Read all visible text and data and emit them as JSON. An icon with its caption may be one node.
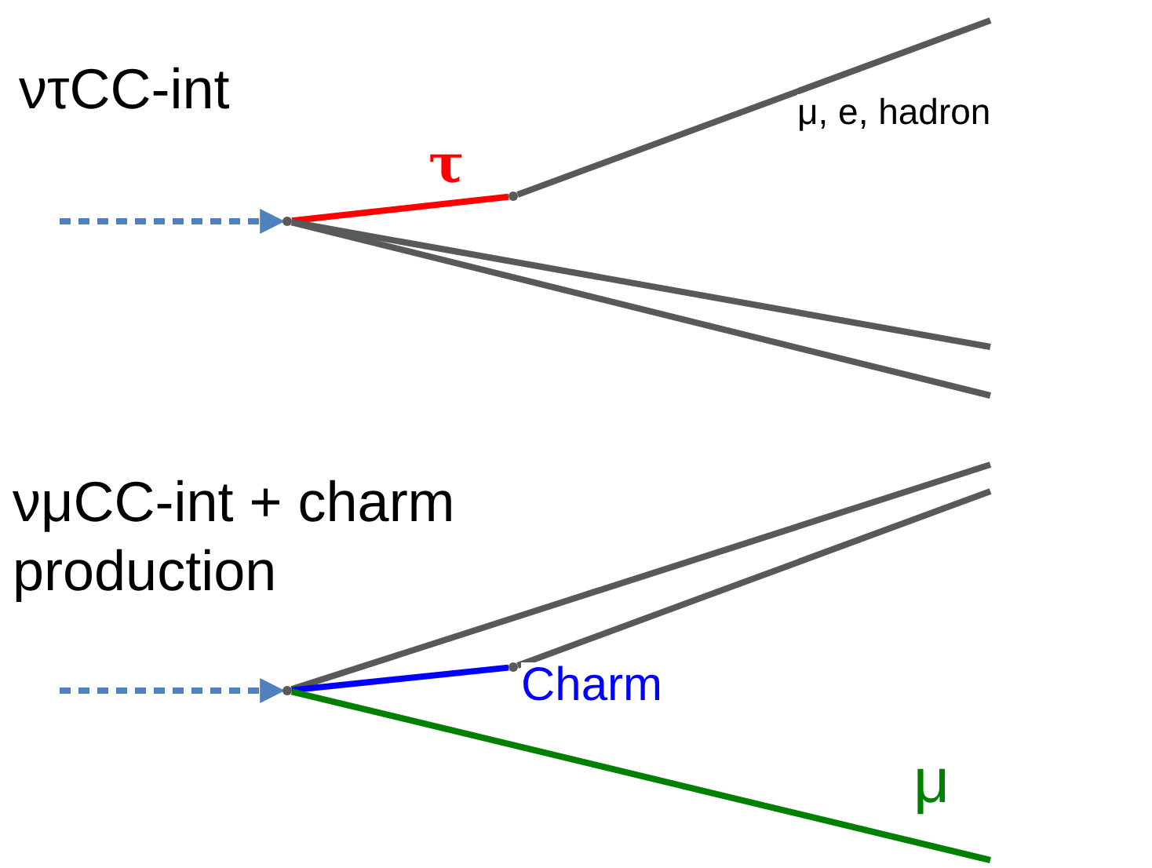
{
  "diagram": {
    "nodes": [
      {
        "text": [],
        "shape": "point"
      },
      {
        "text": [],
        "shape": "point"
      },
      {
        "text": [],
        "shape": "point"
      },
      {
        "text": [],
        "shape": "point"
      }
    ],
    "edges": [
      {
        "from": null,
        "to": 0,
        "arrow": "to",
        "style": "dashed",
        "color": "#4f81bd"
      },
      {
        "from": 0,
        "to": 1,
        "arrow": "none",
        "label": "τ",
        "color": "#ff0000"
      },
      {
        "from": 1,
        "to": null,
        "arrow": "none",
        "label": "μ, e, hadron"
      },
      {
        "from": 0,
        "to": null,
        "arrow": "none"
      },
      {
        "from": 0,
        "to": null,
        "arrow": "none"
      },
      {
        "from": null,
        "to": 2,
        "arrow": "to",
        "style": "dashed",
        "color": "#4f81bd"
      },
      {
        "from": 2,
        "to": null,
        "arrow": "none"
      },
      {
        "from": 2,
        "to": 3,
        "arrow": "none",
        "label": "Charm",
        "color": "#0000ff"
      },
      {
        "from": 3,
        "to": null,
        "arrow": "none"
      },
      {
        "from": 2,
        "to": null,
        "arrow": "none",
        "label": "μ",
        "color": "#008000"
      }
    ],
    "labels": [
      "ντCC-int",
      "νμCC-int + charm production"
    ]
  }
}
